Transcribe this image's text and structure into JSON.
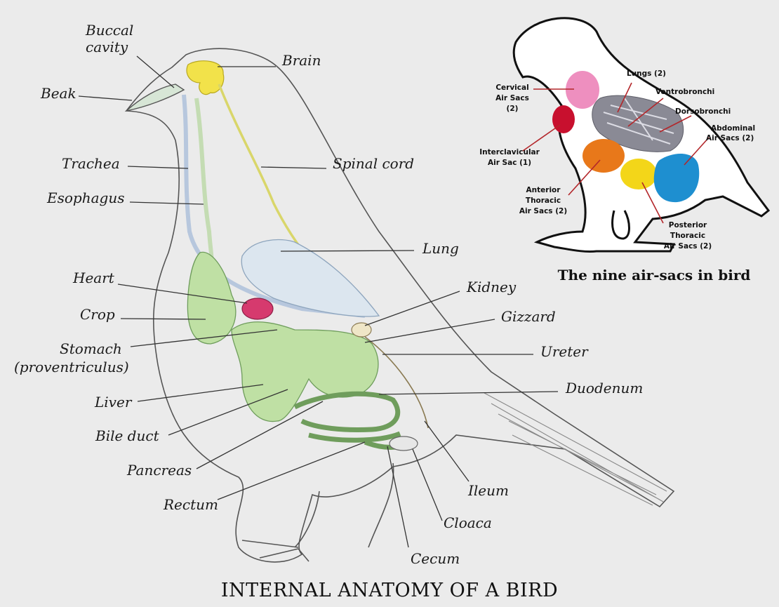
{
  "main_diagram": {
    "title": "INTERNAL ANATOMY OF A BIRD",
    "labels": {
      "buccal_cavity_1": "Buccal",
      "buccal_cavity_2": "cavity",
      "brain": "Brain",
      "beak": "Beak",
      "trachea": "Trachea",
      "spinal_cord": "Spinal cord",
      "esophagus": "Esophagus",
      "lung": "Lung",
      "heart": "Heart",
      "kidney": "Kidney",
      "crop": "Crop",
      "gizzard": "Gizzard",
      "stomach_1": "Stomach",
      "stomach_2": "(proventriculus)",
      "ureter": "Ureter",
      "liver": "Liver",
      "duodenum": "Duodenum",
      "bile_duct": "Bile duct",
      "pancreas": "Pancreas",
      "rectum": "Rectum",
      "ileum": "Ileum",
      "cloaca": "Cloaca",
      "cecum": "Cecum"
    }
  },
  "inset_diagram": {
    "title": "The nine air-sacs in bird",
    "labels": {
      "cervical_1": "Cervical",
      "cervical_2": "Air Sacs",
      "cervical_3": "(2)",
      "lungs": "Lungs (2)",
      "ventrobronchi": "Ventrobronchi",
      "dorsobronchi": "Dorsobronchi",
      "abdominal_1": "Abdominal",
      "abdominal_2": "Air Sacs (2)",
      "interclavicular_1": "Interclavicular",
      "interclavicular_2": "Air Sac (1)",
      "anterior_1": "Anterior",
      "anterior_2": "Thoracic",
      "anterior_3": "Air Sacs (2)",
      "posterior_1": "Posterior",
      "posterior_2": "Thoracic",
      "posterior_3": "Air Sacs (2)"
    }
  },
  "colors": {
    "background": "#ebebeb",
    "brain": "#f2e24a",
    "spinal_cord": "#d9d66a",
    "digestive": "#bfe0a4",
    "heart": "#d63a6e",
    "lung_sac": "#c9d9e8",
    "cervical_sac": "#ee8fbf",
    "interclavicular_sac": "#c8102e",
    "anterior_sac": "#e8781a",
    "posterior_sac": "#f3d619",
    "abdominal_sac": "#1e8fd0",
    "inset_lungs": "#8a8a95",
    "leader_red": "#b3262a"
  }
}
